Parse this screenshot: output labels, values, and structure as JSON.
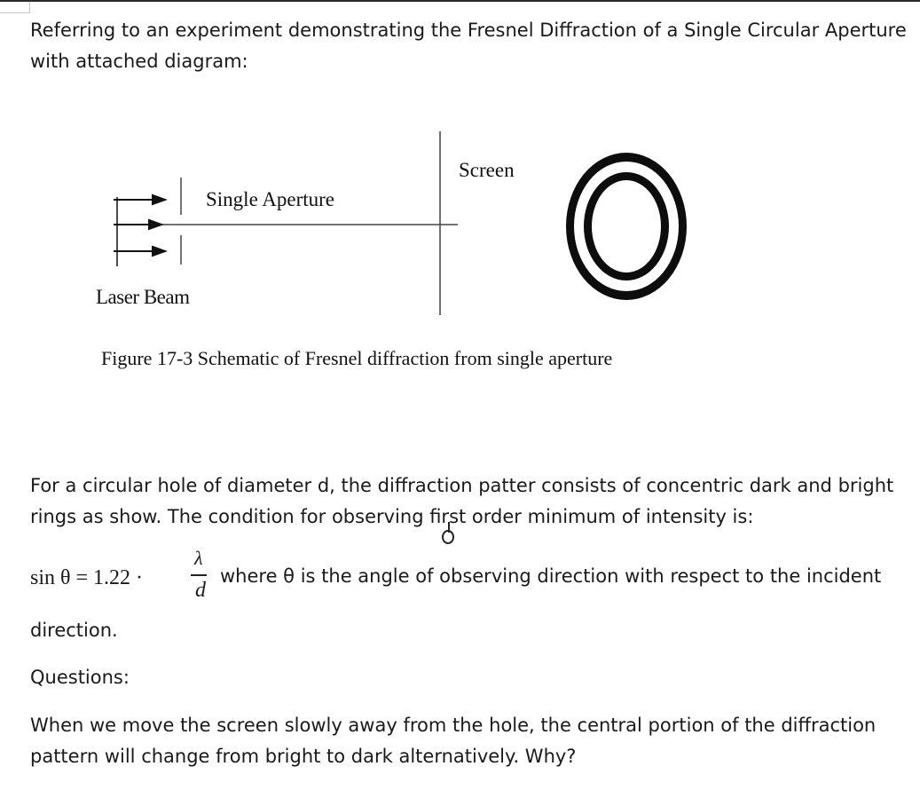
{
  "document": {
    "intro": "Referring to an experiment demonstrating the Fresnel Diffraction of a Single Circular Aperture with attached diagram:",
    "diagram": {
      "screen_label": "Screen",
      "aperture_label": "Single Aperture",
      "laser_label": "Laser Beam",
      "caption": "Figure 17-3 Schematic of Fresnel diffraction from single aperture"
    },
    "body": "For a circular hole of diameter d, the diffraction patter consists of concentric dark and bright rings as show. The condition for observing first order minimum of intensity is:",
    "formula": {
      "lhs": "sin θ = 1.22 ·",
      "numerator": "λ",
      "denominator": "d",
      "where_text": "where θ is the angle of observing direction with respect to the incident"
    },
    "direction_line": "direction.",
    "questions_label": "Questions:",
    "question_text": "When we move the screen slowly away from the hole, the central portion of the diffraction pattern will change from bright to dark alternatively. Why?"
  }
}
